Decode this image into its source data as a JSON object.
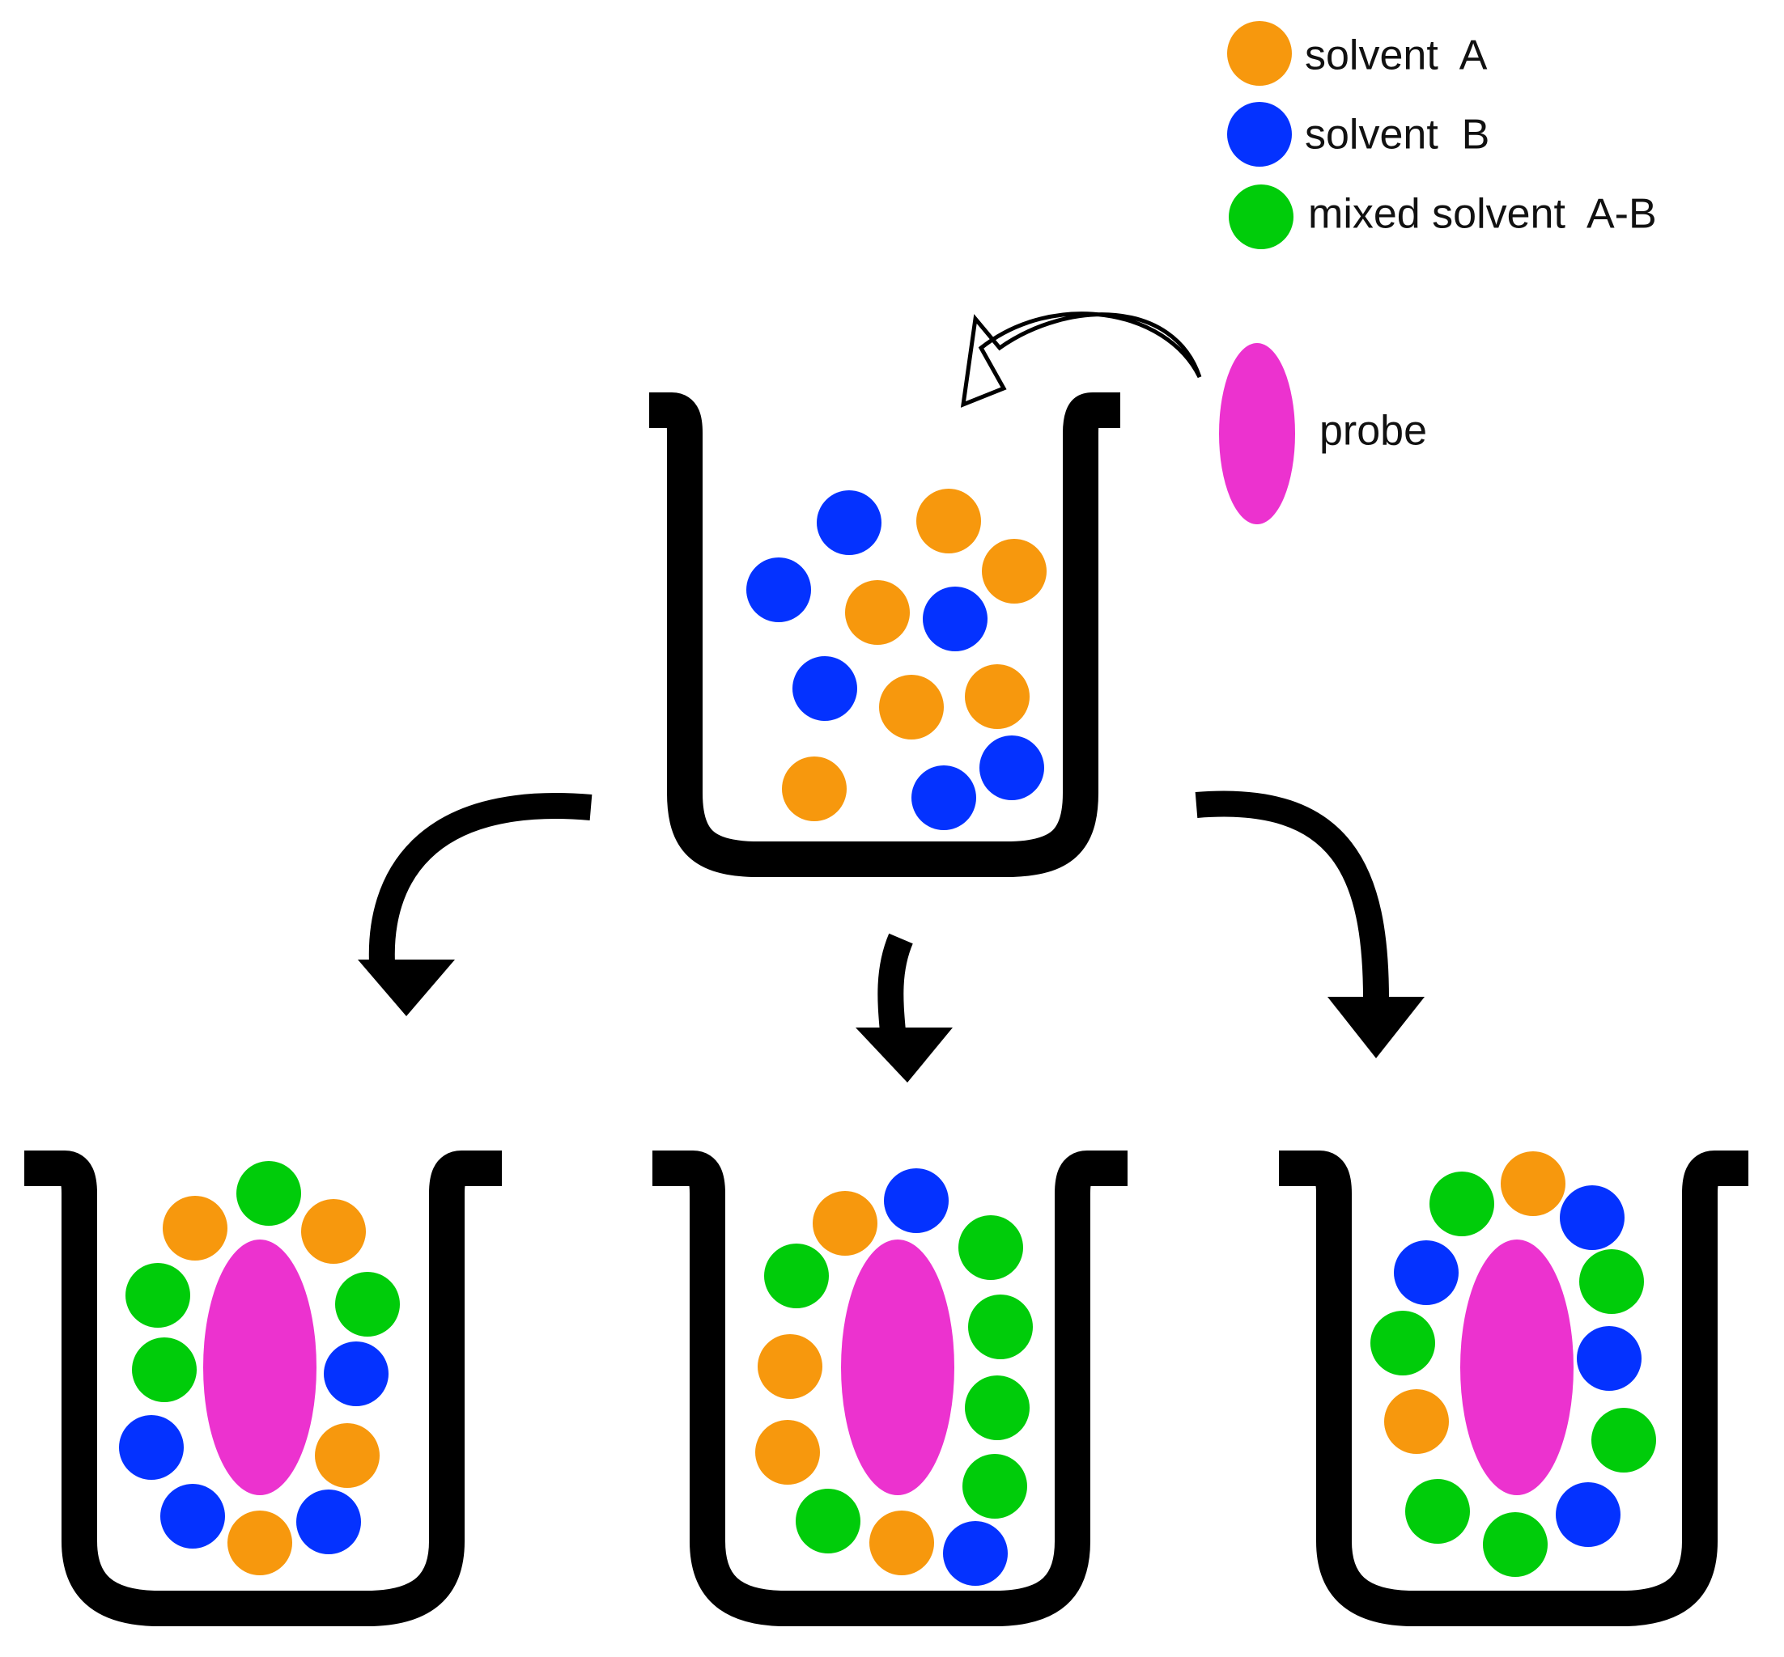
{
  "legend": {
    "items": [
      {
        "key": "A",
        "label": "solvent  A",
        "color": "#f7980d"
      },
      {
        "key": "B",
        "label": "solvent  B",
        "color": "#0432ff"
      },
      {
        "key": "AB",
        "label": "mixed solvent  A-B",
        "color": "#00cc0a"
      }
    ]
  },
  "probe": {
    "label": "probe",
    "color": "#ec32cf"
  },
  "colors": {
    "outline": "#000000",
    "background": "#ffffff"
  },
  "beakers": {
    "top": {
      "molecules": [
        "B",
        "A",
        "B",
        "A",
        "A",
        "B",
        "B",
        "A",
        "A",
        "A",
        "B",
        "B"
      ]
    },
    "left": {
      "molecules": [
        "A",
        "AB",
        "A",
        "AB",
        "AB",
        "AB",
        "B",
        "B",
        "A",
        "B",
        "A",
        "B"
      ]
    },
    "middle": {
      "molecules": [
        "A",
        "B",
        "AB",
        "AB",
        "AB",
        "A",
        "AB",
        "A",
        "AB",
        "AB",
        "A",
        "B"
      ]
    },
    "right": {
      "molecules": [
        "AB",
        "A",
        "B",
        "B",
        "AB",
        "AB",
        "B",
        "A",
        "AB",
        "AB",
        "AB",
        "B"
      ]
    }
  }
}
